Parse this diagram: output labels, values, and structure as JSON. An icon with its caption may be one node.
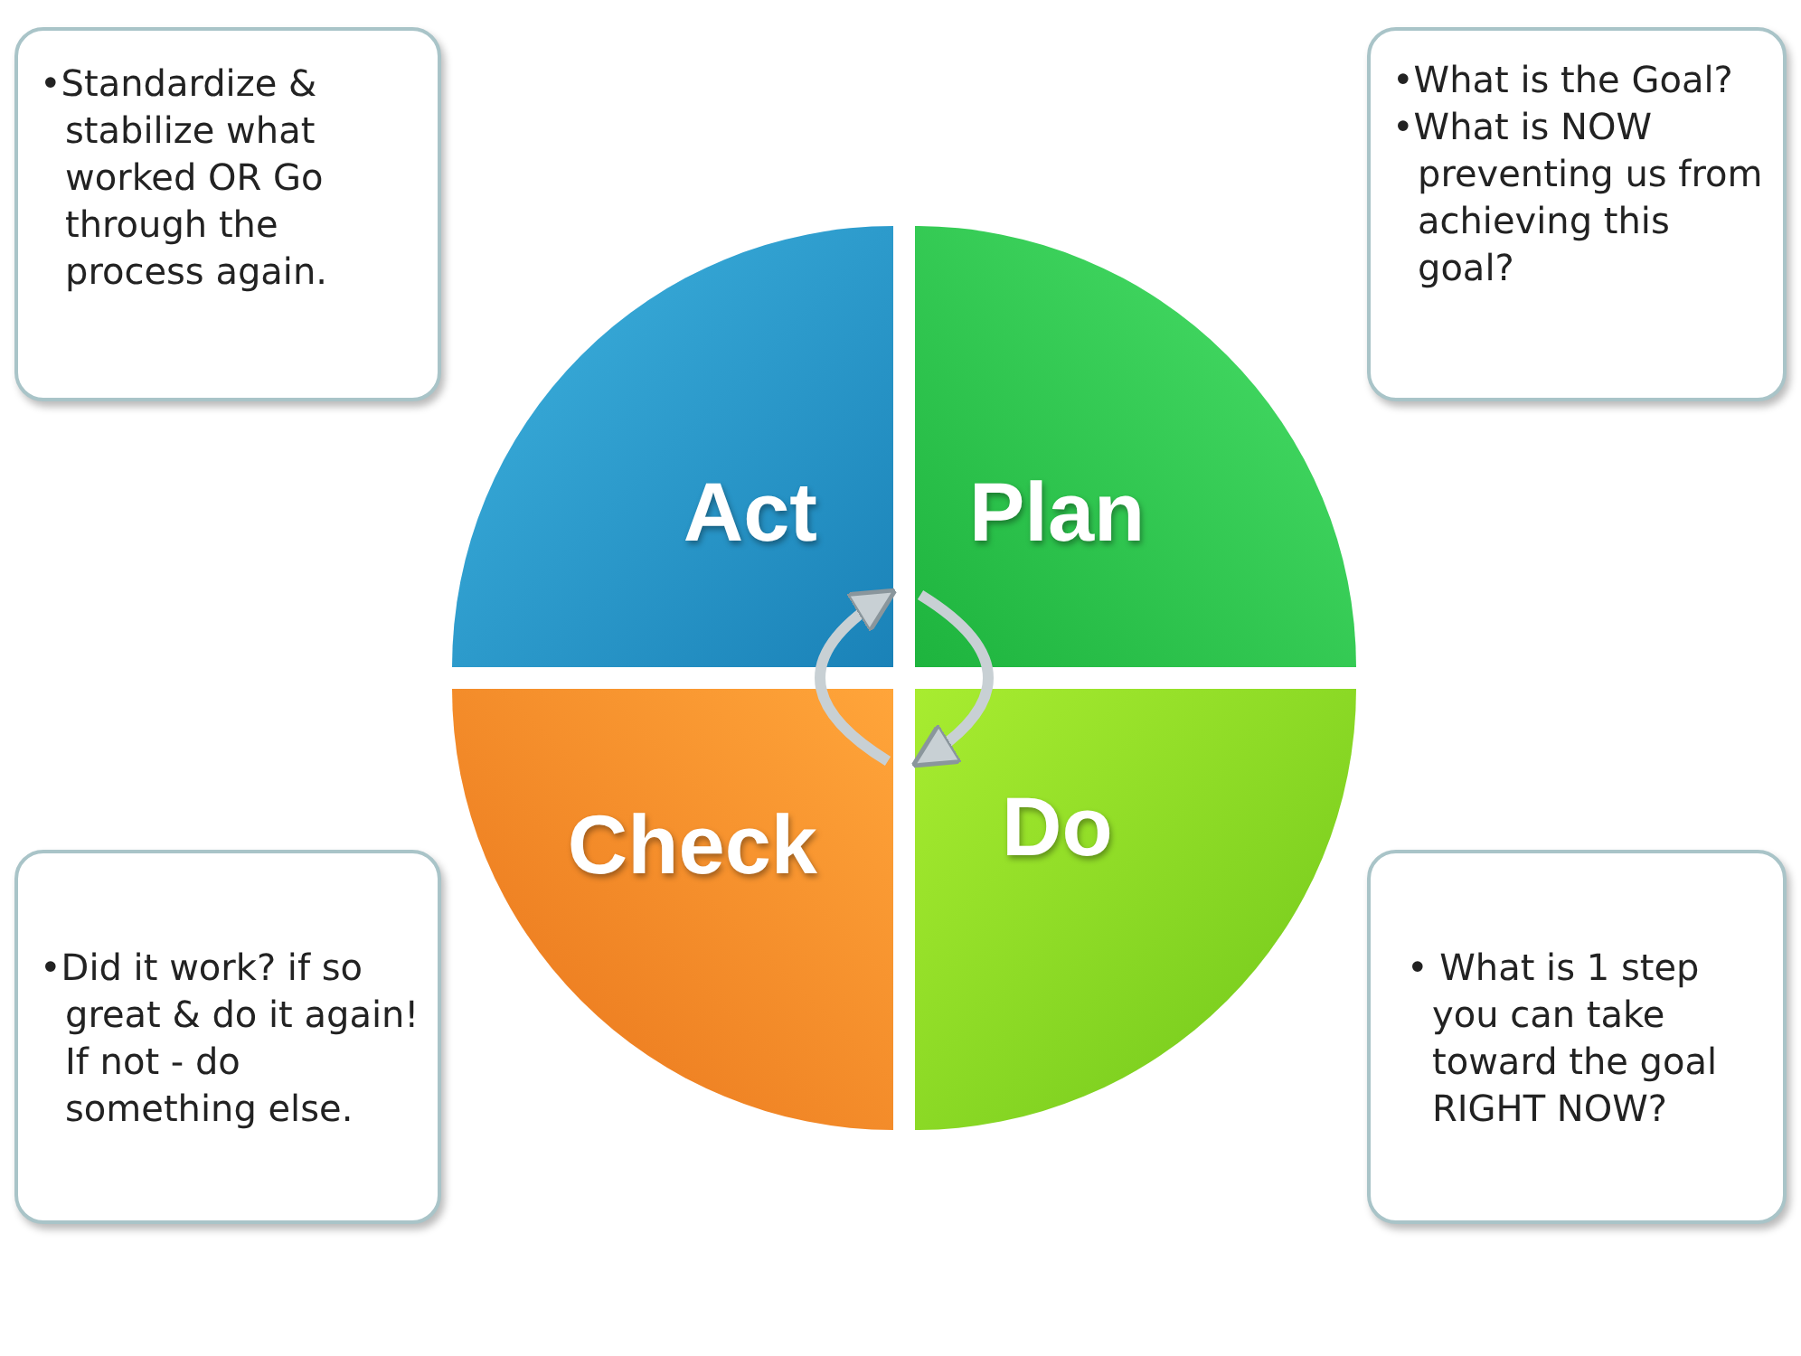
{
  "diagram": {
    "nodes": [
      {
        "text": [
          "•Standardize & stabilize what worked OR Go through the process again."
        ]
      },
      {
        "text": [
          "•What is the Goal?",
          "•What is NOW preventing us from achieving this goal?"
        ]
      },
      {
        "text": [
          "Act"
        ]
      },
      {
        "text": [
          "Plan"
        ]
      },
      {
        "text": [
          "Check"
        ]
      },
      {
        "text": [
          "Do"
        ]
      },
      {
        "text": [
          "•Did it work? if so great & do it again! If not - do something else."
        ]
      },
      {
        "text": [
          "• What is 1 step you can take toward the goal RIGHT NOW?"
        ]
      }
    ],
    "edges": [
      {
        "from": 4,
        "to": 2,
        "arrow": "to"
      },
      {
        "from": 3,
        "to": 5,
        "arrow": "to"
      }
    ]
  }
}
